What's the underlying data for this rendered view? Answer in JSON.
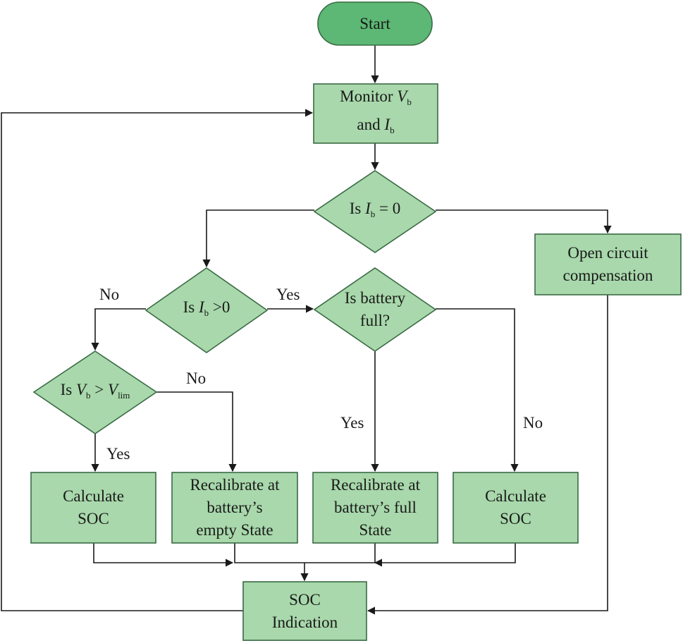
{
  "colors": {
    "fill": "#a8d8ab",
    "terminal_fill": "#5cb874",
    "stroke": "#3a6b45",
    "line": "#1a1a1a"
  },
  "nodes": {
    "start": {
      "label": "Start"
    },
    "monitor": {
      "line1_pre": "Monitor ",
      "line1_var": "V",
      "line1_sub": "b",
      "line2_pre": "and ",
      "line2_var": "I",
      "line2_sub": "b"
    },
    "d_ib_zero": {
      "pre": "Is ",
      "var": "I",
      "sub": "b",
      "post": " = 0"
    },
    "open_circuit": {
      "line1": "Open circuit",
      "line2": "compensation"
    },
    "d_ib_pos": {
      "pre": "Is ",
      "var": "I",
      "sub": "b",
      "post": " >0"
    },
    "d_full": {
      "line1": "Is battery",
      "line2": "full?"
    },
    "d_vlim": {
      "pre": "Is ",
      "var1": "V",
      "sub1": "b",
      "mid": " > ",
      "var2": "V",
      "sub2": "lim"
    },
    "calc_soc_left": {
      "line1": "Calculate",
      "line2": "SOC"
    },
    "recal_empty": {
      "line1": "Recalibrate at",
      "line2": "battery’s",
      "line3": "empty State"
    },
    "recal_full": {
      "line1": "Recalibrate at",
      "line2": "battery’s full",
      "line3": "State"
    },
    "calc_soc_right": {
      "line1": "Calculate",
      "line2": "SOC"
    },
    "soc_indication": {
      "line1": "SOC",
      "line2": "Indication"
    }
  },
  "edge_labels": {
    "no_ib_pos": "No",
    "yes_ib_pos": "Yes",
    "no_vlim": "No",
    "yes_vlim": "Yes",
    "yes_full": "Yes",
    "no_full": "No"
  }
}
